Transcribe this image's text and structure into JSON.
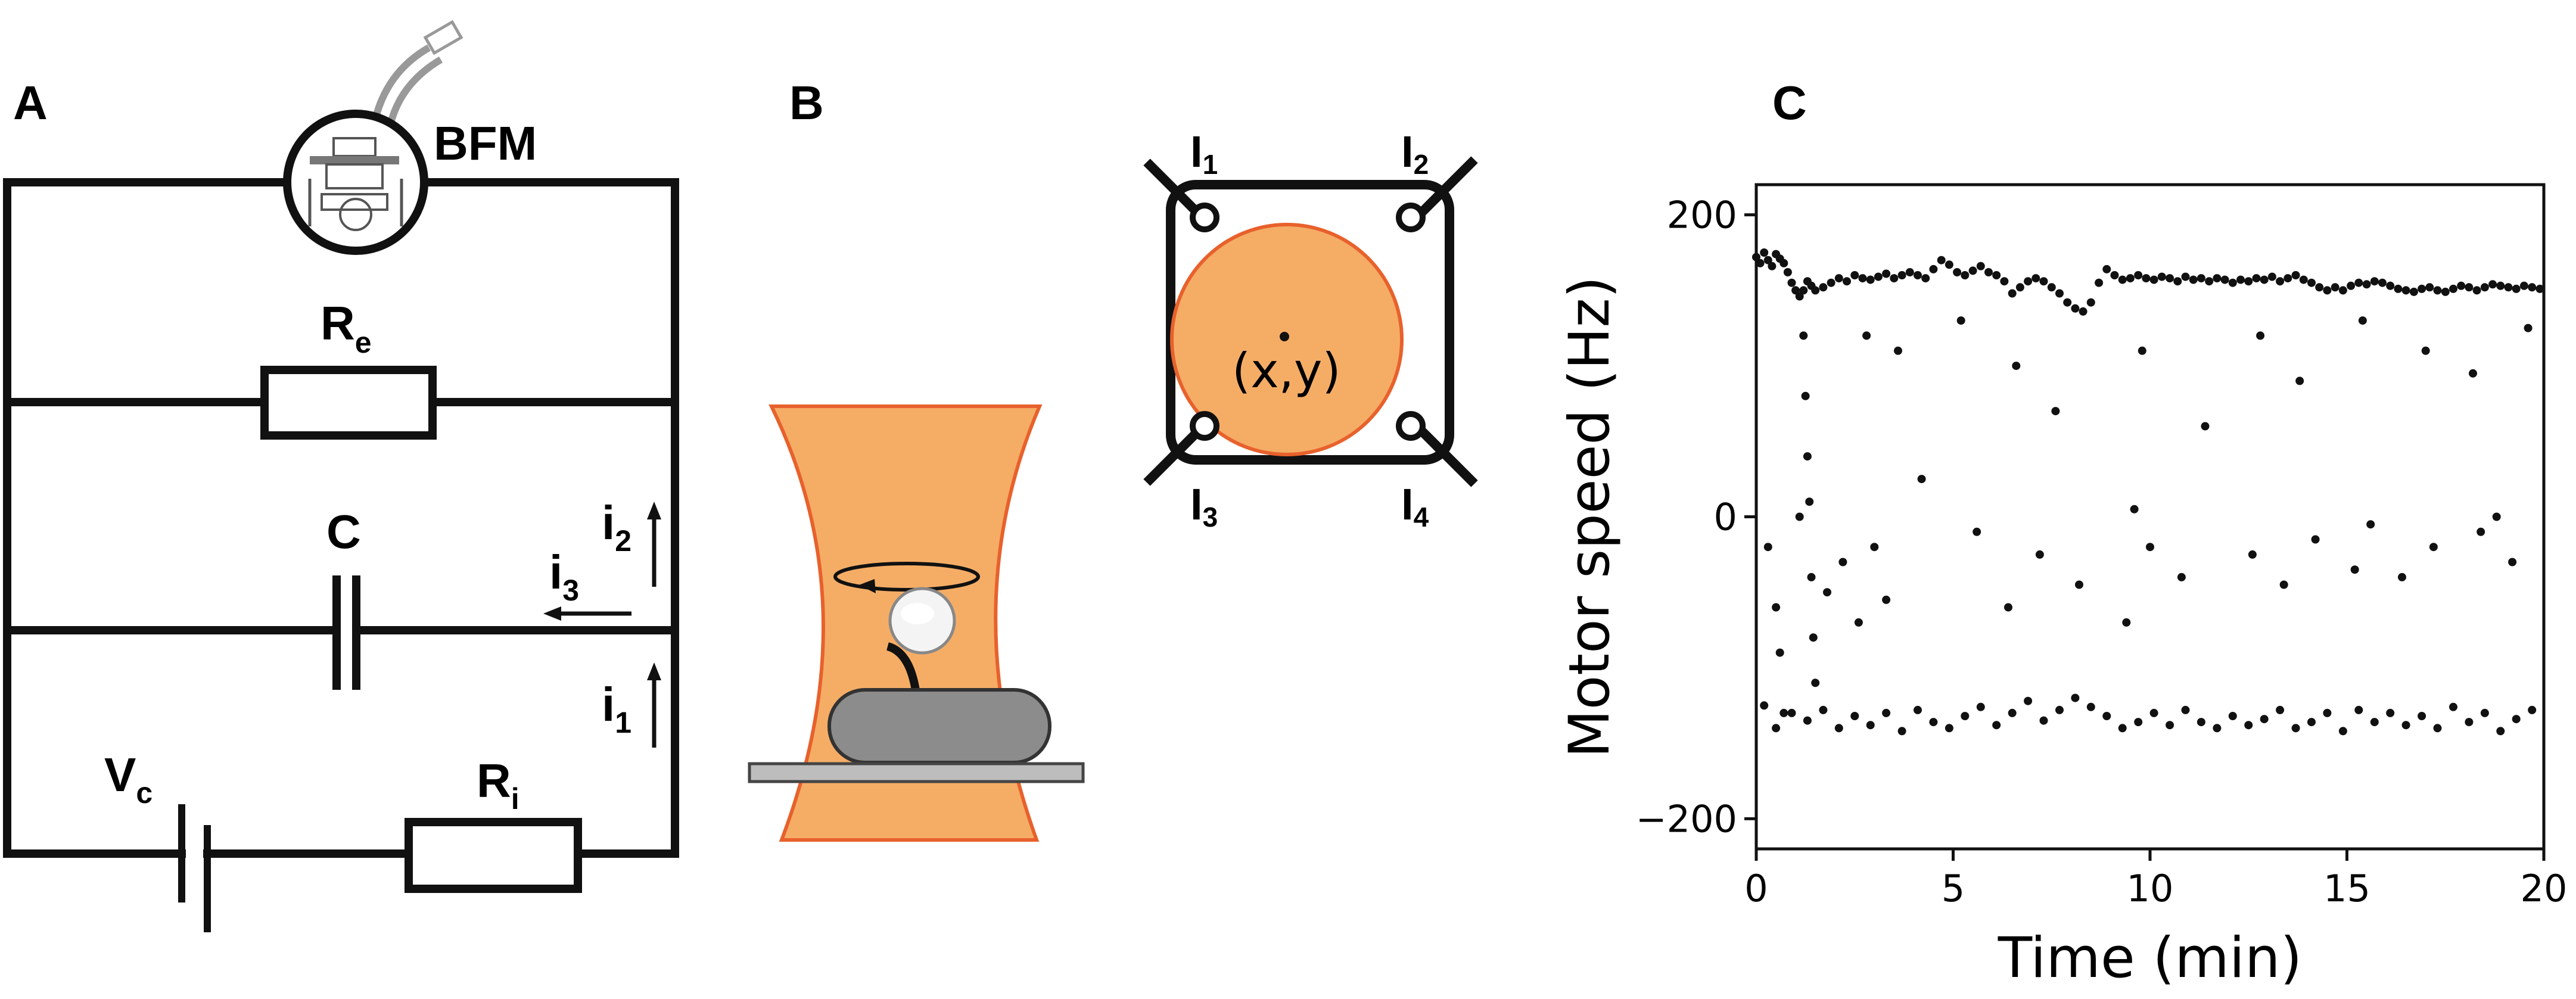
{
  "panels": {
    "a": {
      "letter": "A",
      "bfm_label": "BFM",
      "re": {
        "main": "R",
        "sub": "e"
      },
      "c_label": "C",
      "i2": {
        "main": "i",
        "sub": "2"
      },
      "i3": {
        "main": "i",
        "sub": "3"
      },
      "i1": {
        "main": "i",
        "sub": "1"
      },
      "vc": {
        "main": "V",
        "sub": "c"
      },
      "ri": {
        "main": "R",
        "sub": "i"
      }
    },
    "b": {
      "letter": "B",
      "xy_label": "(x,y)",
      "quadrants": [
        {
          "main": "I",
          "sub": "1"
        },
        {
          "main": "I",
          "sub": "2"
        },
        {
          "main": "I",
          "sub": "3"
        },
        {
          "main": "I",
          "sub": "4"
        }
      ],
      "colors": {
        "trap": "#f5ad66",
        "trap_edge": "#e8612c",
        "bead_circle": "#f5ad66"
      }
    },
    "c": {
      "letter": "C"
    }
  },
  "chart_data": {
    "type": "scatter",
    "xlabel": "Time (min)",
    "ylabel": "Motor speed (Hz)",
    "xlim": [
      0,
      20
    ],
    "ylim": [
      -220,
      220
    ],
    "xticks": [
      0,
      5,
      10,
      15,
      20
    ],
    "xtick_labels": [
      "0",
      "5",
      "10",
      "15",
      "20"
    ],
    "yticks": [
      -200,
      0,
      200
    ],
    "ytick_labels": [
      "−200",
      "0",
      "200"
    ],
    "grid": false,
    "marker_color": "#111111",
    "series": [
      {
        "values": [
          [
            0.0,
            172
          ],
          [
            0.1,
            168
          ],
          [
            0.2,
            175
          ],
          [
            0.3,
            170
          ],
          [
            0.4,
            166
          ],
          [
            0.5,
            174
          ],
          [
            0.6,
            171
          ],
          [
            0.7,
            168
          ],
          [
            0.8,
            162
          ],
          [
            0.9,
            155
          ],
          [
            1.0,
            150
          ],
          [
            1.1,
            146
          ],
          [
            1.2,
            150
          ],
          [
            1.3,
            156
          ],
          [
            1.4,
            153
          ],
          [
            1.5,
            150
          ],
          [
            1.7,
            152
          ],
          [
            1.9,
            155
          ],
          [
            2.1,
            158
          ],
          [
            2.3,
            156
          ],
          [
            2.5,
            160
          ],
          [
            2.7,
            158
          ],
          [
            2.9,
            157
          ],
          [
            3.1,
            159
          ],
          [
            3.3,
            161
          ],
          [
            3.5,
            158
          ],
          [
            3.7,
            160
          ],
          [
            3.9,
            162
          ],
          [
            4.1,
            160
          ],
          [
            4.3,
            158
          ],
          [
            4.5,
            164
          ],
          [
            4.7,
            170
          ],
          [
            4.9,
            167
          ],
          [
            5.1,
            162
          ],
          [
            5.3,
            160
          ],
          [
            5.5,
            163
          ],
          [
            5.7,
            166
          ],
          [
            5.9,
            162
          ],
          [
            6.1,
            160
          ],
          [
            6.3,
            156
          ],
          [
            6.5,
            148
          ],
          [
            6.7,
            152
          ],
          [
            6.9,
            156
          ],
          [
            7.1,
            158
          ],
          [
            7.3,
            156
          ],
          [
            7.5,
            152
          ],
          [
            7.7,
            148
          ],
          [
            7.9,
            142
          ],
          [
            8.1,
            138
          ],
          [
            8.3,
            136
          ],
          [
            8.5,
            142
          ],
          [
            8.7,
            155
          ],
          [
            8.9,
            164
          ],
          [
            9.1,
            160
          ],
          [
            9.3,
            157
          ],
          [
            9.5,
            158
          ],
          [
            9.7,
            160
          ],
          [
            9.9,
            158
          ],
          [
            10.1,
            157
          ],
          [
            10.3,
            159
          ],
          [
            10.5,
            158
          ],
          [
            10.7,
            156
          ],
          [
            10.9,
            159
          ],
          [
            11.1,
            157
          ],
          [
            11.3,
            158
          ],
          [
            11.5,
            156
          ],
          [
            11.7,
            158
          ],
          [
            11.9,
            157
          ],
          [
            12.1,
            155
          ],
          [
            12.3,
            157
          ],
          [
            12.5,
            156
          ],
          [
            12.7,
            158
          ],
          [
            12.9,
            157
          ],
          [
            13.1,
            159
          ],
          [
            13.3,
            156
          ],
          [
            13.5,
            158
          ],
          [
            13.7,
            160
          ],
          [
            13.9,
            157
          ],
          [
            14.1,
            155
          ],
          [
            14.3,
            152
          ],
          [
            14.5,
            150
          ],
          [
            14.7,
            152
          ],
          [
            14.9,
            150
          ],
          [
            15.1,
            153
          ],
          [
            15.3,
            155
          ],
          [
            15.5,
            154
          ],
          [
            15.7,
            156
          ],
          [
            15.9,
            155
          ],
          [
            16.1,
            153
          ],
          [
            16.3,
            151
          ],
          [
            16.5,
            150
          ],
          [
            16.7,
            149
          ],
          [
            16.9,
            151
          ],
          [
            17.1,
            152
          ],
          [
            17.3,
            150
          ],
          [
            17.5,
            149
          ],
          [
            17.7,
            151
          ],
          [
            17.9,
            153
          ],
          [
            18.1,
            152
          ],
          [
            18.3,
            150
          ],
          [
            18.5,
            152
          ],
          [
            18.7,
            154
          ],
          [
            18.9,
            153
          ],
          [
            19.1,
            152
          ],
          [
            19.3,
            151
          ],
          [
            19.5,
            153
          ],
          [
            19.7,
            152
          ],
          [
            19.9,
            151
          ],
          [
            1.2,
            120
          ],
          [
            1.25,
            80
          ],
          [
            1.3,
            40
          ],
          [
            1.35,
            10
          ],
          [
            1.4,
            -40
          ],
          [
            1.45,
            -80
          ],
          [
            1.5,
            -110
          ],
          [
            0.3,
            -20
          ],
          [
            0.5,
            -60
          ],
          [
            0.6,
            -90
          ],
          [
            0.7,
            -130
          ],
          [
            1.1,
            0
          ],
          [
            1.8,
            -50
          ],
          [
            2.2,
            -30
          ],
          [
            2.6,
            -70
          ],
          [
            3.0,
            -20
          ],
          [
            3.3,
            -55
          ],
          [
            4.2,
            25
          ],
          [
            5.6,
            -10
          ],
          [
            6.4,
            -60
          ],
          [
            7.2,
            -25
          ],
          [
            8.2,
            -45
          ],
          [
            9.4,
            -70
          ],
          [
            9.6,
            5
          ],
          [
            10.0,
            -20
          ],
          [
            10.8,
            -40
          ],
          [
            12.6,
            -25
          ],
          [
            13.4,
            -45
          ],
          [
            14.2,
            -15
          ],
          [
            15.2,
            -35
          ],
          [
            15.6,
            -5
          ],
          [
            16.4,
            -40
          ],
          [
            17.2,
            -20
          ],
          [
            18.4,
            -10
          ],
          [
            18.8,
            0
          ],
          [
            19.2,
            -30
          ],
          [
            2.8,
            120
          ],
          [
            3.6,
            110
          ],
          [
            5.2,
            130
          ],
          [
            6.6,
            100
          ],
          [
            7.6,
            70
          ],
          [
            9.8,
            110
          ],
          [
            11.4,
            60
          ],
          [
            12.8,
            120
          ],
          [
            13.8,
            90
          ],
          [
            15.4,
            130
          ],
          [
            17.0,
            110
          ],
          [
            18.2,
            95
          ],
          [
            19.6,
            125
          ],
          [
            0.2,
            -125
          ],
          [
            0.5,
            -140
          ],
          [
            0.9,
            -130
          ],
          [
            1.3,
            -135
          ],
          [
            1.7,
            -128
          ],
          [
            2.1,
            -140
          ],
          [
            2.5,
            -132
          ],
          [
            2.9,
            -138
          ],
          [
            3.3,
            -130
          ],
          [
            3.7,
            -142
          ],
          [
            4.1,
            -128
          ],
          [
            4.5,
            -136
          ],
          [
            4.9,
            -140
          ],
          [
            5.3,
            -132
          ],
          [
            5.7,
            -126
          ],
          [
            6.1,
            -138
          ],
          [
            6.5,
            -130
          ],
          [
            6.9,
            -122
          ],
          [
            7.3,
            -135
          ],
          [
            7.7,
            -128
          ],
          [
            8.1,
            -120
          ],
          [
            8.5,
            -126
          ],
          [
            8.9,
            -132
          ],
          [
            9.3,
            -140
          ],
          [
            9.7,
            -136
          ],
          [
            10.1,
            -130
          ],
          [
            10.5,
            -138
          ],
          [
            10.9,
            -128
          ],
          [
            11.3,
            -136
          ],
          [
            11.7,
            -140
          ],
          [
            12.1,
            -132
          ],
          [
            12.5,
            -138
          ],
          [
            12.9,
            -134
          ],
          [
            13.3,
            -128
          ],
          [
            13.7,
            -140
          ],
          [
            14.1,
            -136
          ],
          [
            14.5,
            -130
          ],
          [
            14.9,
            -142
          ],
          [
            15.3,
            -128
          ],
          [
            15.7,
            -136
          ],
          [
            16.1,
            -130
          ],
          [
            16.5,
            -138
          ],
          [
            16.9,
            -132
          ],
          [
            17.3,
            -140
          ],
          [
            17.7,
            -126
          ],
          [
            18.1,
            -136
          ],
          [
            18.5,
            -130
          ],
          [
            18.9,
            -142
          ],
          [
            19.3,
            -134
          ],
          [
            19.7,
            -128
          ]
        ]
      }
    ]
  }
}
